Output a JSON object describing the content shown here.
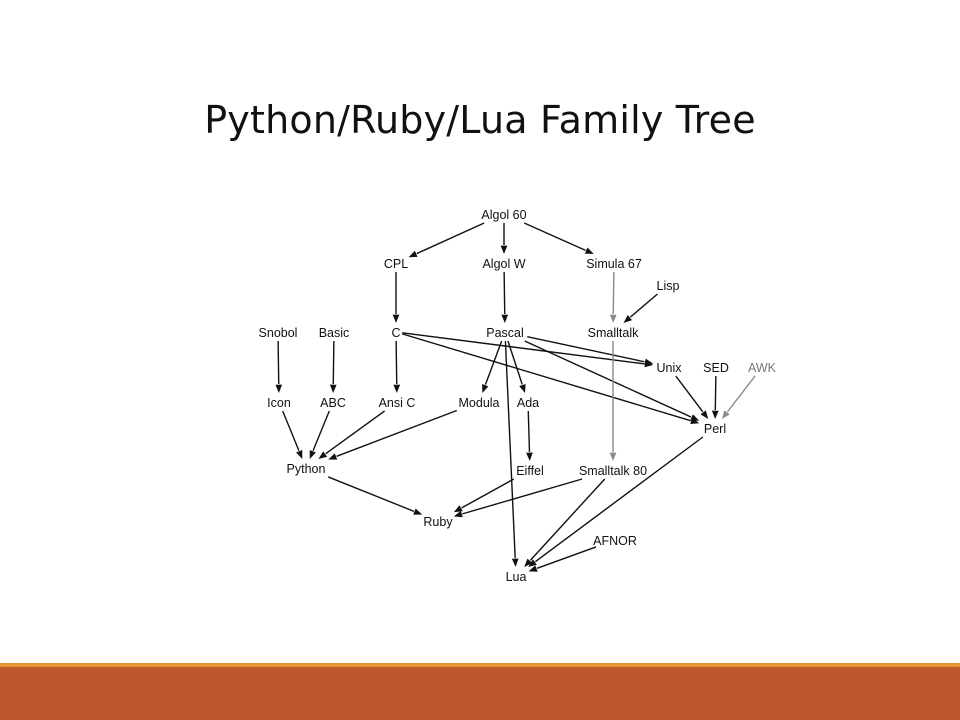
{
  "slide": {
    "title": "Python/Ruby/Lua Family Tree"
  },
  "theme": {
    "footer_bar_color": "#BD582C",
    "footer_line_color": "#E69535",
    "text_color": "#111111"
  },
  "diagram": {
    "nodes": [
      {
        "id": "algol60",
        "label": "Algol 60"
      },
      {
        "id": "cpl",
        "label": "CPL"
      },
      {
        "id": "algolw",
        "label": "Algol W"
      },
      {
        "id": "simula67",
        "label": "Simula 67"
      },
      {
        "id": "lisp",
        "label": "Lisp"
      },
      {
        "id": "snobol",
        "label": "Snobol"
      },
      {
        "id": "basic",
        "label": "Basic"
      },
      {
        "id": "c",
        "label": "C"
      },
      {
        "id": "pascal",
        "label": "Pascal"
      },
      {
        "id": "smalltalk",
        "label": "Smalltalk"
      },
      {
        "id": "unix",
        "label": "Unix"
      },
      {
        "id": "sed",
        "label": "SED"
      },
      {
        "id": "awk",
        "label": "AWK"
      },
      {
        "id": "icon",
        "label": "Icon"
      },
      {
        "id": "abc",
        "label": "ABC"
      },
      {
        "id": "ansic",
        "label": "Ansi C"
      },
      {
        "id": "modula",
        "label": "Modula"
      },
      {
        "id": "ada",
        "label": "Ada"
      },
      {
        "id": "perl",
        "label": "Perl"
      },
      {
        "id": "python",
        "label": "Python"
      },
      {
        "id": "eiffel",
        "label": "Eiffel"
      },
      {
        "id": "smalltalk80",
        "label": "Smalltalk 80"
      },
      {
        "id": "ruby",
        "label": "Ruby"
      },
      {
        "id": "afnor",
        "label": "AFNOR"
      },
      {
        "id": "lua",
        "label": "Lua"
      }
    ],
    "edges": [
      {
        "from": "algol60",
        "to": "cpl"
      },
      {
        "from": "algol60",
        "to": "algolw"
      },
      {
        "from": "algol60",
        "to": "simula67"
      },
      {
        "from": "cpl",
        "to": "c"
      },
      {
        "from": "algolw",
        "to": "pascal"
      },
      {
        "from": "simula67",
        "to": "smalltalk"
      },
      {
        "from": "lisp",
        "to": "smalltalk"
      },
      {
        "from": "snobol",
        "to": "icon"
      },
      {
        "from": "basic",
        "to": "abc"
      },
      {
        "from": "c",
        "to": "ansic"
      },
      {
        "from": "c",
        "to": "unix"
      },
      {
        "from": "c",
        "to": "perl"
      },
      {
        "from": "pascal",
        "to": "unix"
      },
      {
        "from": "pascal",
        "to": "modula"
      },
      {
        "from": "pascal",
        "to": "ada"
      },
      {
        "from": "pascal",
        "to": "lua"
      },
      {
        "from": "pascal",
        "to": "perl"
      },
      {
        "from": "unix",
        "to": "perl"
      },
      {
        "from": "sed",
        "to": "perl"
      },
      {
        "from": "awk",
        "to": "perl"
      },
      {
        "from": "icon",
        "to": "python"
      },
      {
        "from": "abc",
        "to": "python"
      },
      {
        "from": "ansic",
        "to": "python"
      },
      {
        "from": "modula",
        "to": "python"
      },
      {
        "from": "ada",
        "to": "eiffel"
      },
      {
        "from": "smalltalk",
        "to": "smalltalk80"
      },
      {
        "from": "python",
        "to": "ruby"
      },
      {
        "from": "eiffel",
        "to": "ruby"
      },
      {
        "from": "smalltalk80",
        "to": "ruby"
      },
      {
        "from": "smalltalk80",
        "to": "lua"
      },
      {
        "from": "perl",
        "to": "lua"
      },
      {
        "from": "afnor",
        "to": "lua"
      }
    ]
  }
}
